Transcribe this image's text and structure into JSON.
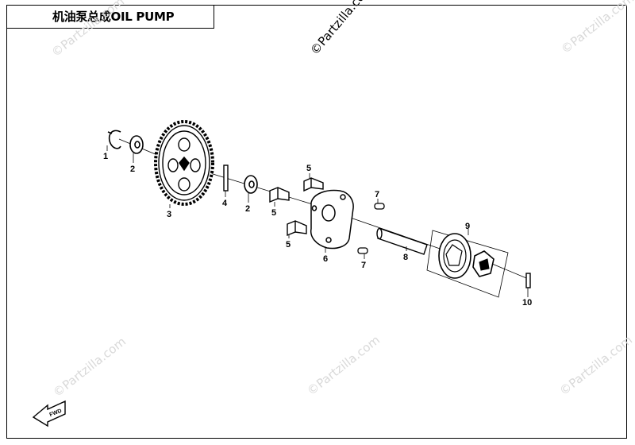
{
  "title": "机油泵总成OIL PUMP",
  "watermarks": {
    "text": "©Partzilla.com",
    "text_dark": "©Partzilla.com"
  },
  "callouts": [
    "1",
    "2",
    "3",
    "4",
    "2",
    "5",
    "5",
    "6",
    "7",
    "7",
    "8",
    "9",
    "10"
  ],
  "fwd_label": "FWD",
  "colors": {
    "line": "#000000",
    "watermark": "#d9d9d9",
    "background": "#ffffff"
  }
}
